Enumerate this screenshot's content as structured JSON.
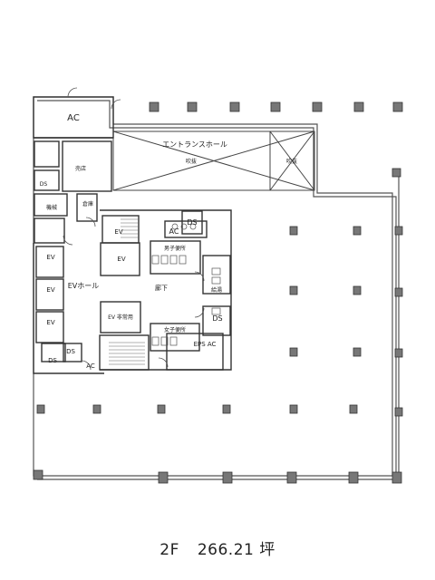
{
  "labels": {
    "ac_top": "AC",
    "entrance_hall": "エントランスホール",
    "atrium": "吹抜",
    "void": "吹抜",
    "shop": "売店",
    "ds_small": "DS",
    "warehouse": "倉庫",
    "machine_room": "機械",
    "ds_upper": "DS",
    "ac_mid": "AC",
    "mens_toilet": "男子便所",
    "ev_hall": "EVホール",
    "corridor": "廊下",
    "shower": "給湯",
    "ds_right": "DS",
    "ev_service": "EV 非常用",
    "womens_toilet": "女子便所",
    "eps_ac": "EPS AC",
    "ds_left": "DS",
    "ds_lower": "DS",
    "ac_bottom": "AC",
    "ev": [
      "EV",
      "EV",
      "EV",
      "EV",
      "EV"
    ]
  },
  "caption": {
    "floor": "2F",
    "area": "266.21",
    "unit": "坪"
  }
}
